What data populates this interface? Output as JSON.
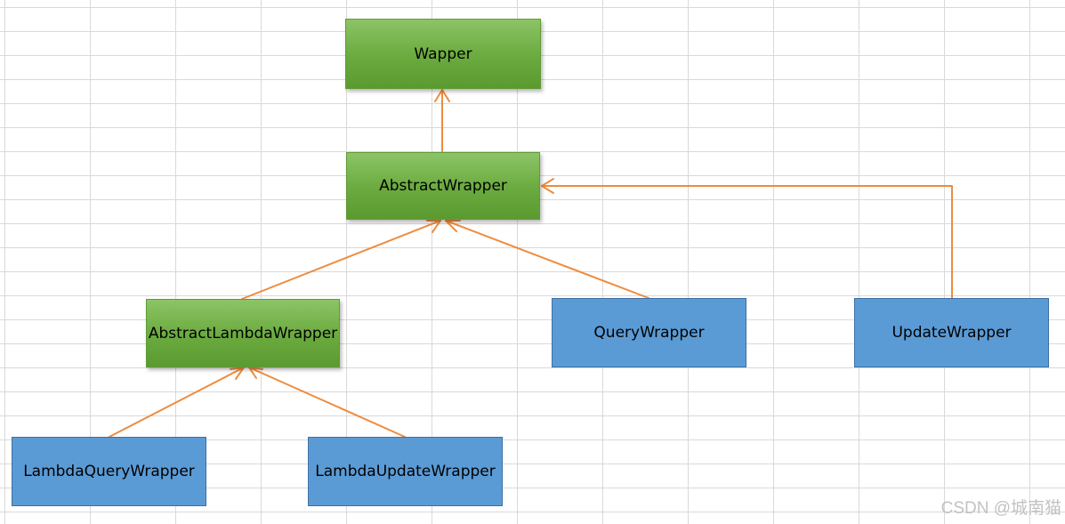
{
  "diagram": {
    "line_color": "#ee8c3e",
    "green_fill": "#70ad47",
    "blue_fill": "#5b9bd5",
    "nodes": {
      "wapper": "Wapper",
      "abstract_wrapper": "AbstractWrapper",
      "abstract_lambda_wrapper": "AbstractLambdaWrapper",
      "query_wrapper": "QueryWrapper",
      "update_wrapper": "UpdateWrapper",
      "lambda_query_wrapper": "LambdaQueryWrapper",
      "lambda_update_wrapper": "LambdaUpdateWrapper"
    },
    "edges": [
      {
        "from": "abstract_wrapper",
        "to": "wapper"
      },
      {
        "from": "abstract_lambda_wrapper",
        "to": "abstract_wrapper"
      },
      {
        "from": "query_wrapper",
        "to": "abstract_wrapper"
      },
      {
        "from": "update_wrapper",
        "to": "abstract_wrapper"
      },
      {
        "from": "lambda_query_wrapper",
        "to": "abstract_lambda_wrapper"
      },
      {
        "from": "lambda_update_wrapper",
        "to": "abstract_lambda_wrapper"
      }
    ]
  },
  "watermark": "CSDN @城南猫"
}
